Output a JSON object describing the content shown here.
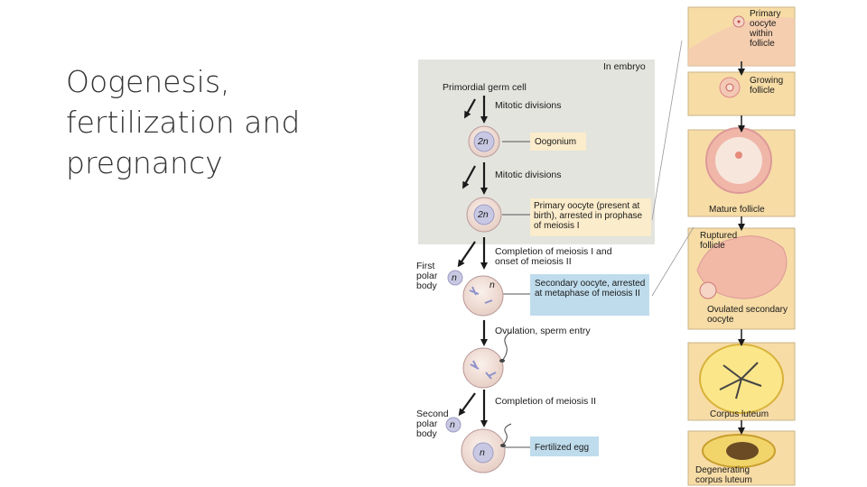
{
  "slide": {
    "title": "Oogenesis, fertilization and pregnancy"
  },
  "diagram": {
    "embryo_region_label": "In embryo",
    "primordial_label": "Primordial germ cell",
    "steps": {
      "mitotic_1": "Mitotic divisions",
      "mitotic_2": "Mitotic divisions",
      "meiosis1": "Completion of meiosis I and onset of meiosis II",
      "ovulation": "Ovulation, sperm entry",
      "meiosis2": "Completion of meiosis II"
    },
    "cells": {
      "oogonium_ploidy": "2n",
      "oogonium": "Oogonium",
      "primary_oocyte_ploidy": "2n",
      "primary_oocyte": "Primary oocyte (present at birth), arrested in prophase of meiosis I",
      "secondary_oocyte_ploidy": "n",
      "secondary_oocyte": "Secondary oocyte, arrested at metaphase of meiosis II",
      "first_polar_body": "First polar body",
      "first_polar_ploidy": "n",
      "second_polar_body": "Second polar body",
      "second_polar_ploidy": "n",
      "fertilized_egg_ploidy": "n",
      "fertilized_egg": "Fertilized egg"
    },
    "panels": [
      "Primary oocyte within follicle",
      "Growing follicle",
      "Mature follicle",
      "Ruptured follicle",
      "Ovulated secondary oocyte",
      "Corpus luteum",
      "Degenerating corpus luteum"
    ],
    "colors": {
      "embryo_bg": "#e3e4de",
      "label_box": "#fbeccb",
      "highlight_box": "#bfdcec",
      "cell_fill": "#f3e2dc",
      "nucleus_fill": "#c9c8e3",
      "panel_bg": "#f7dca6"
    }
  }
}
